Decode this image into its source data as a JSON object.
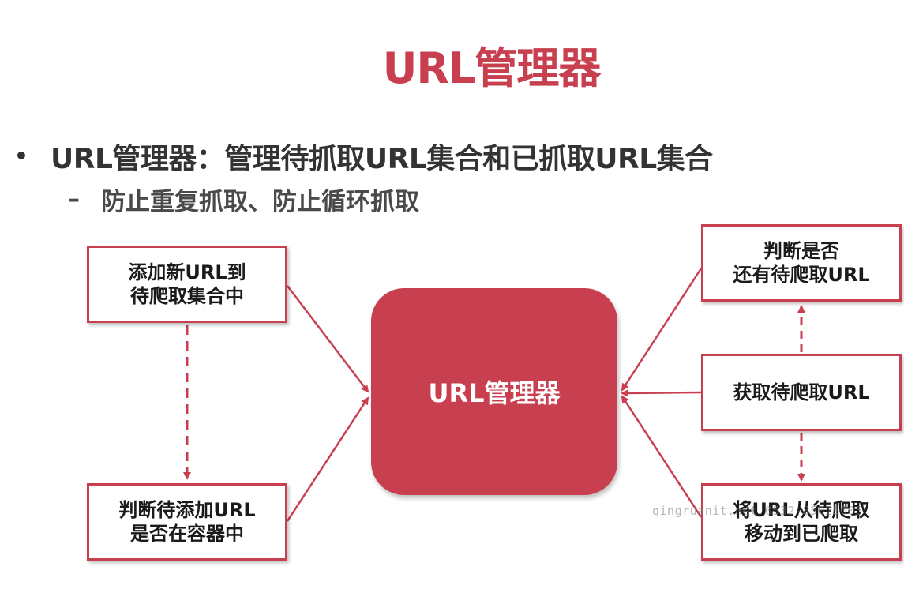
{
  "title": "URL管理器",
  "bullet": {
    "marker": "•",
    "text": "URL管理器：管理待抓取URL集合和已抓取URL集合"
  },
  "sub_bullet": {
    "marker": "–",
    "text": "防止重复抓取、防止循环抓取"
  },
  "center": {
    "label": "URL管理器",
    "fill": "#c8404f"
  },
  "left_boxes": [
    {
      "line1": "添加新URL到",
      "line2": "待爬取集合中"
    },
    {
      "line1": "判断待添加URL",
      "line2": "是否在容器中"
    }
  ],
  "right_boxes": [
    {
      "line1": "判断是否",
      "line2": "还有待爬取URL"
    },
    {
      "line1": "获取待爬取URL",
      "line2": ""
    },
    {
      "line1": "将URL从待爬取",
      "line2": "移动到已爬取"
    }
  ],
  "watermark": "qingruanit.net 0532-85025005",
  "colors": {
    "accent": "#c8404f",
    "text": "#333333"
  }
}
